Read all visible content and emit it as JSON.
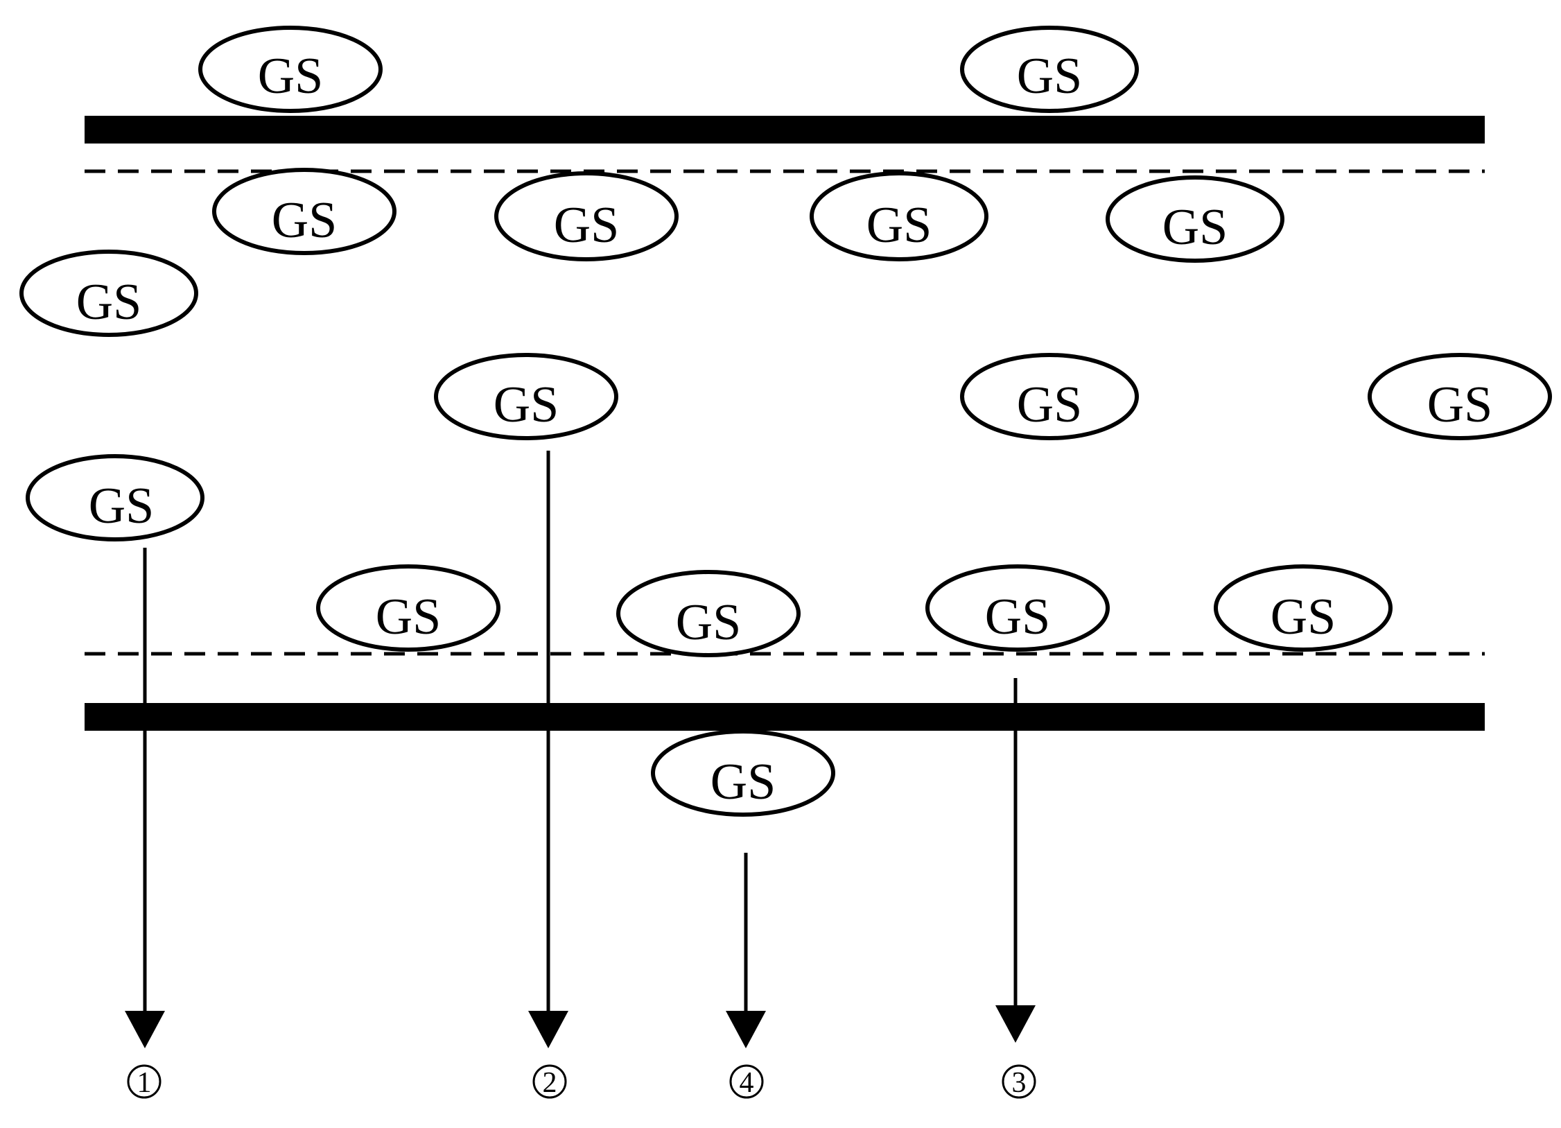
{
  "gs_label": "GS",
  "pathway_labels": [
    "1",
    "2",
    "4",
    "3"
  ]
}
